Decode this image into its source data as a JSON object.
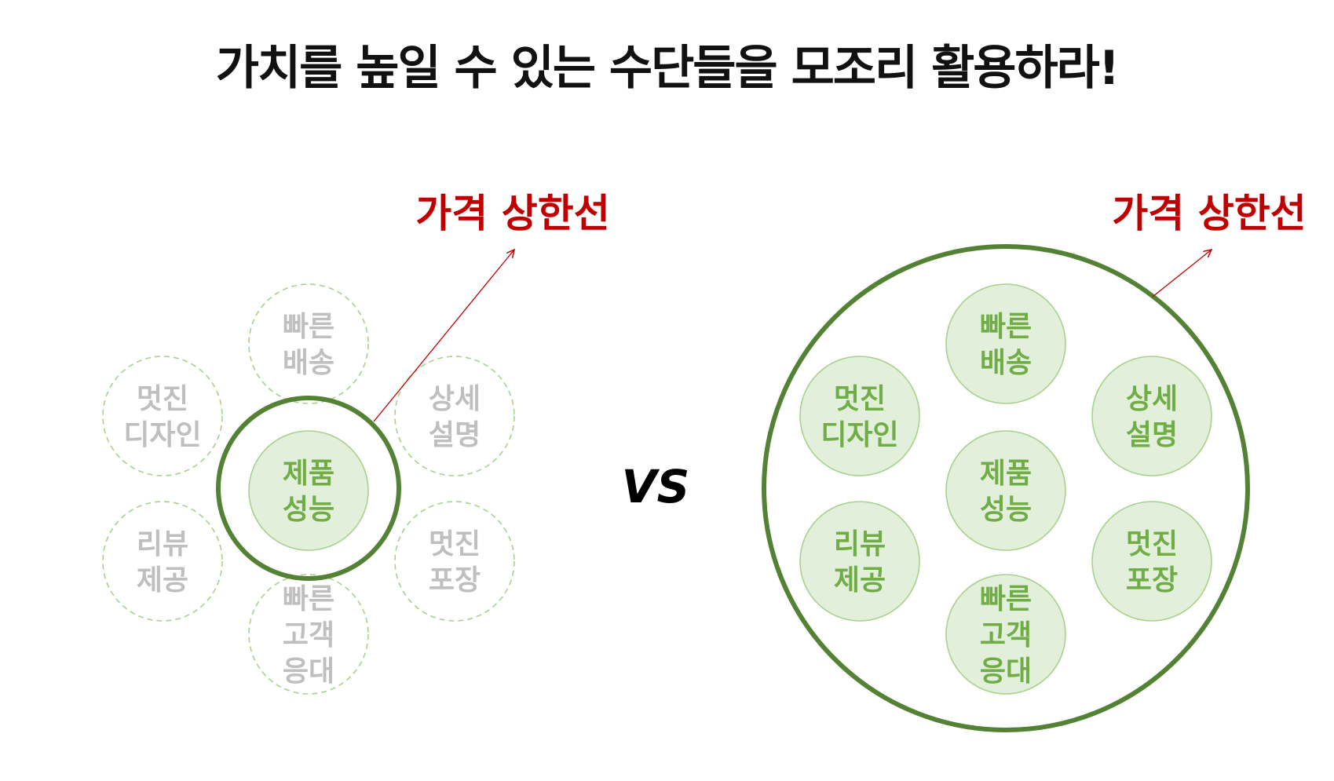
{
  "title": "가치를 높일 수 있는 수단들을 모조리 활용하라!",
  "vs_label": "VS",
  "price_cap_label": "가격 상한선",
  "colors": {
    "green_dark": "#548235",
    "green_fill": "#e2efda",
    "green_light_stroke": "#a9d18e",
    "green_text": "#70ad47",
    "gray_text": "#bfbfbf",
    "red": "#c00000",
    "dashed_stroke": "#a9d18e"
  },
  "left": {
    "core": {
      "lines": [
        "제품",
        "성능"
      ]
    },
    "items": [
      {
        "key": "delivery",
        "lines": [
          "빠른",
          "배송"
        ]
      },
      {
        "key": "design",
        "lines": [
          "멋진",
          "디자인"
        ]
      },
      {
        "key": "detail",
        "lines": [
          "상세",
          "설명"
        ]
      },
      {
        "key": "review",
        "lines": [
          "리뷰",
          "제공"
        ]
      },
      {
        "key": "packaging",
        "lines": [
          "멋진",
          "포장"
        ]
      },
      {
        "key": "service",
        "lines": [
          "빠른",
          "고객",
          "응대"
        ]
      }
    ]
  },
  "right": {
    "core": {
      "lines": [
        "제품",
        "성능"
      ]
    },
    "items": [
      {
        "key": "delivery",
        "lines": [
          "빠른",
          "배송"
        ]
      },
      {
        "key": "design",
        "lines": [
          "멋진",
          "디자인"
        ]
      },
      {
        "key": "detail",
        "lines": [
          "상세",
          "설명"
        ]
      },
      {
        "key": "review",
        "lines": [
          "리뷰",
          "제공"
        ]
      },
      {
        "key": "packaging",
        "lines": [
          "멋진",
          "포장"
        ]
      },
      {
        "key": "service",
        "lines": [
          "빠른",
          "고객",
          "응대"
        ]
      }
    ]
  }
}
